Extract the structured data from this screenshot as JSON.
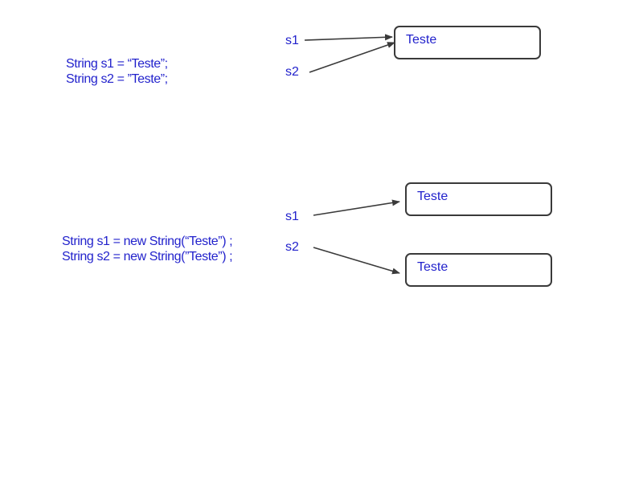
{
  "diagram1": {
    "code_line1": "String s1 = “Teste”;",
    "code_line2": "String s2 = ”Teste”;",
    "var1": "s1",
    "var2": "s2",
    "box_label": "Teste"
  },
  "diagram2": {
    "code_line1": "String s1 = new String(“Teste”) ;",
    "code_line2": "String s2 = new String(”Teste”) ;",
    "var1": "s1",
    "var2": "s2",
    "box1_label": "Teste",
    "box2_label": "Teste"
  },
  "colors": {
    "text": "#2222cc",
    "stroke": "#3a3a3a"
  }
}
